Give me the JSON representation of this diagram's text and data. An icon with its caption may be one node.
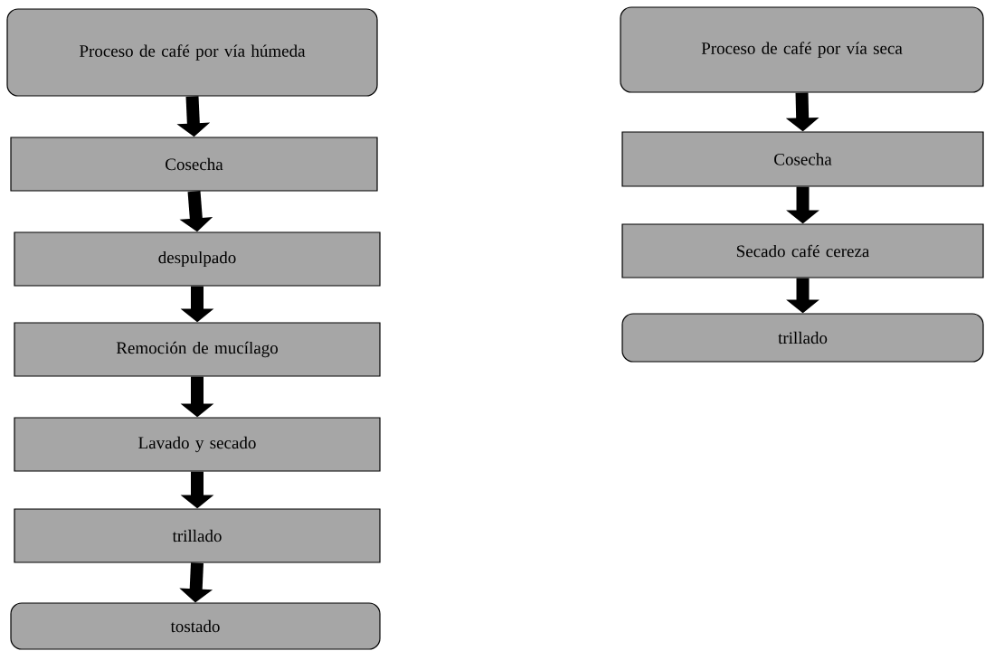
{
  "diagram": {
    "nodes": [
      {
        "text": [
          "Proceso de café por vía húmeda"
        ]
      },
      {
        "text": [
          "Cosecha"
        ]
      },
      {
        "text": [
          "despulpado"
        ]
      },
      {
        "text": [
          "Remoción de mucílago"
        ]
      },
      {
        "text": [
          "Lavado y secado"
        ]
      },
      {
        "text": [
          "trillado"
        ]
      },
      {
        "text": [
          "tostado"
        ]
      },
      {
        "text": [
          "Proceso de café por vía seca"
        ]
      },
      {
        "text": [
          "Cosecha"
        ]
      },
      {
        "text": [
          "Secado café cereza"
        ]
      },
      {
        "text": [
          "trillado"
        ]
      }
    ],
    "edges": [
      {
        "from": 0,
        "to": 1,
        "arrow": "to"
      },
      {
        "from": 1,
        "to": 2,
        "arrow": "to"
      },
      {
        "from": 2,
        "to": 3,
        "arrow": "to"
      },
      {
        "from": 3,
        "to": 4,
        "arrow": "to"
      },
      {
        "from": 4,
        "to": 5,
        "arrow": "to"
      },
      {
        "from": 5,
        "to": 6,
        "arrow": "to"
      },
      {
        "from": 7,
        "to": 8,
        "arrow": "to"
      },
      {
        "from": 8,
        "to": 9,
        "arrow": "to"
      },
      {
        "from": 9,
        "to": 10,
        "arrow": "to"
      }
    ]
  }
}
